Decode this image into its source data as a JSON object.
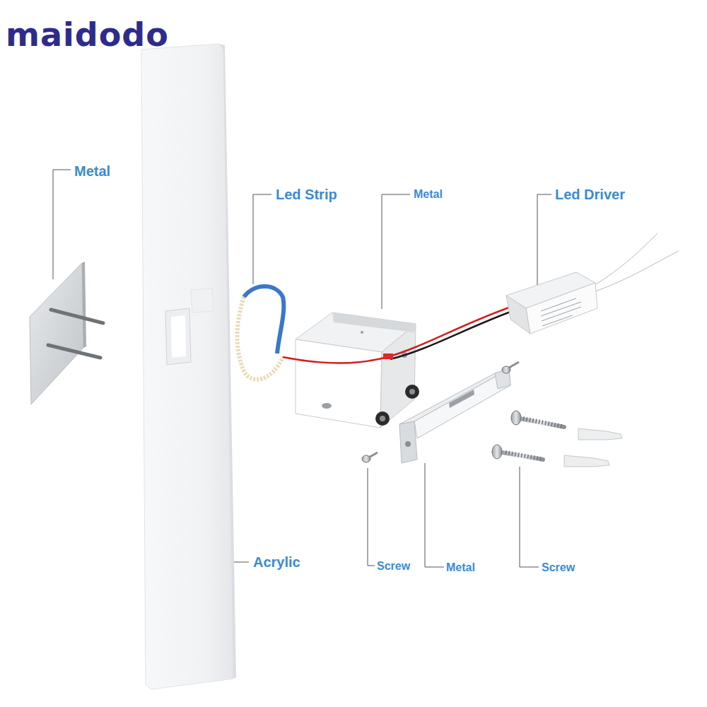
{
  "diagram": {
    "labels": [
      "maidodo",
      "Metal",
      "Led Strip",
      "Metal",
      "Led Driver",
      "Acrylic",
      "Screw",
      "Metal",
      "Screw"
    ]
  }
}
